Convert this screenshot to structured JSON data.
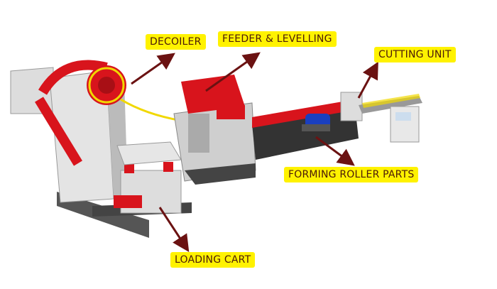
{
  "labels": {
    "decoiler": "DECOILER",
    "feeder": "FEEDER & LEVELLING",
    "cutting": "CUTTING UNIT",
    "forming": "FORMING ROLLER PARTS",
    "loading": "LOADING CART"
  },
  "colors": {
    "label_bg": "#fff200",
    "label_text": "#4a1a08",
    "arrow": "#6b1212",
    "machine_red": "#d8141c",
    "machine_grey": "#c9c9c9",
    "motor_blue": "#1a3fbf"
  }
}
